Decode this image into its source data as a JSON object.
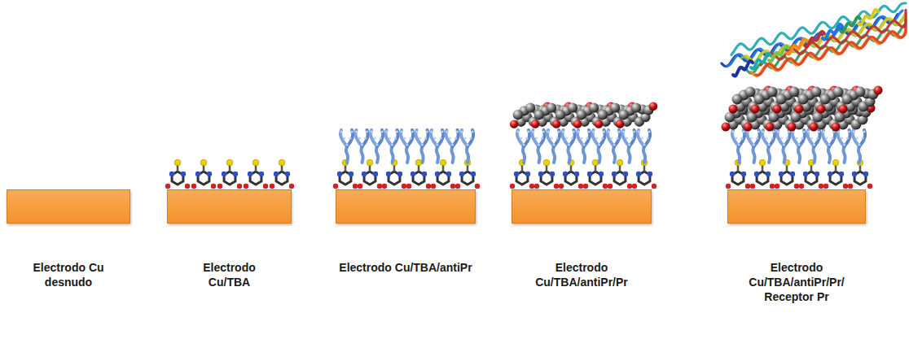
{
  "diagram": {
    "nodes": [
      {
        "text": [
          "Electrodo Cu desnudo"
        ]
      },
      {
        "text": [
          "Electrodo Cu/TBA"
        ]
      },
      {
        "text": [
          "Electrodo Cu/TBA/antiPr"
        ]
      },
      {
        "text": [
          "Electrodo Cu/TBA/antiPr/Pr"
        ]
      },
      {
        "text": [
          "Electrodo Cu/TBA/antiPr/Pr/ Receptor Pr"
        ]
      }
    ]
  }
}
